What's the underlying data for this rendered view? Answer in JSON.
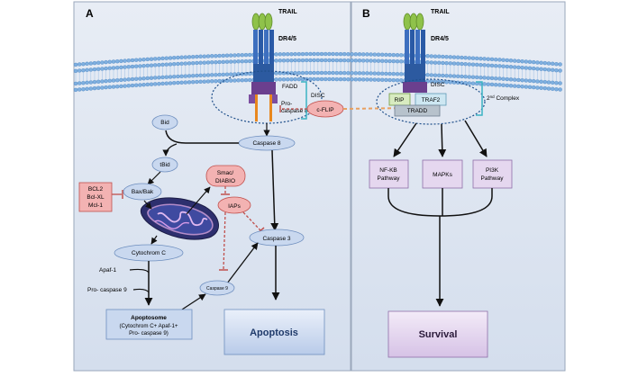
{
  "panel_a": {
    "letter": "A",
    "trail": "TRAIL",
    "receptor": "DR4/5",
    "fadd": "FADD",
    "disc": "DISC",
    "procaspase8_line1": "Pro-",
    "procaspase8_line2": "caspase 8",
    "cflip": "c-FLIP",
    "bid": "Bid",
    "tbid": "tBid",
    "caspase8": "Caspase 8",
    "bcl2": "BCL2",
    "bclxl": "Bcl-XL",
    "mcl1": "Mcl-1",
    "baxbak": "Bax/Bak",
    "smac_line1": "Smac/",
    "smac_line2": "DIABIO",
    "iaps": "IAPs",
    "cytochrom_c": "Cytochrom C",
    "caspase3": "Caspase 3",
    "caspase9": "Caspase 9",
    "apaf1": "Apaf-1",
    "procaspase9": "Pro- caspase 9",
    "apoptosome_title": "Apoptosome",
    "apoptosome_line2": "(Cytochrom C+ Apaf-1+",
    "apoptosome_line3": "Pro- caspase 9)",
    "apoptosis": "Apoptosis"
  },
  "panel_b": {
    "letter": "B",
    "trail": "TRAIL",
    "receptor": "DR4/5",
    "disc": "DISC",
    "rip": "RIP",
    "traf2": "TRAF2",
    "tradd": "TRADD",
    "complex2_prefix": "2",
    "complex2_sup": "nd",
    "complex2_suffix": " Complex",
    "nfkb_line1": "NF-KB",
    "nfkb_line2": "Pathway",
    "mapks": "MAPKs",
    "pi3k_line1": "PI3K",
    "pi3k_line2": "Pathway",
    "survival": "Survival"
  },
  "colors": {
    "panel_bg": "#dfe6f1",
    "membrane": "#6aa0d8",
    "receptor_blue": "#2f64b0",
    "trail_green": "#8fc24a",
    "dd_purple": "#6b3f8e",
    "fadd_orange": "#e8871e",
    "node_blue": "#c9d8ef",
    "node_pink": "#f3b2b2",
    "inhibitor_red": "#c0504d",
    "box_purple": "#e5d7ef",
    "bracket_teal": "#3bb3c3"
  }
}
